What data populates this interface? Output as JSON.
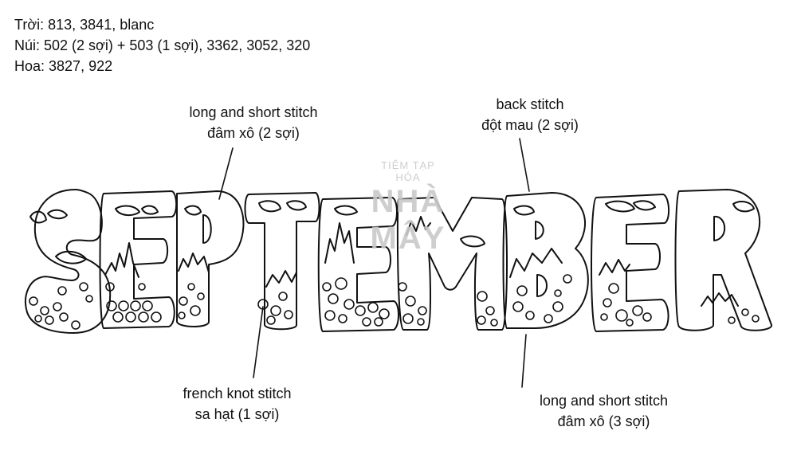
{
  "legend": [
    "Trời: 813, 3841, blanc",
    "Núi: 502 (2 sợi) + 503 (1 sợi), 3362, 3052, 320",
    "Hoa: 3827, 922"
  ],
  "callouts": [
    {
      "line1": "long and short stitch",
      "line2": "đâm xô (2 sợi)"
    },
    {
      "line1": "back stitch",
      "line2": "đột mau (2 sợi)"
    },
    {
      "line1": "french knot stitch",
      "line2": "sa hạt (1 sợi)"
    },
    {
      "line1": "long and short stitch",
      "line2": "đâm xô (3 sợi)"
    }
  ],
  "word": [
    "S",
    "E",
    "P",
    "T",
    "E",
    "M",
    "B",
    "E",
    "R"
  ],
  "watermark": {
    "top": "TIỆM TẠP HÓA",
    "line1": "NHÀ",
    "line2": "MÂY"
  },
  "colors": {
    "ink": "#111111",
    "watermark": "#c9c9c9",
    "background": "#ffffff"
  }
}
